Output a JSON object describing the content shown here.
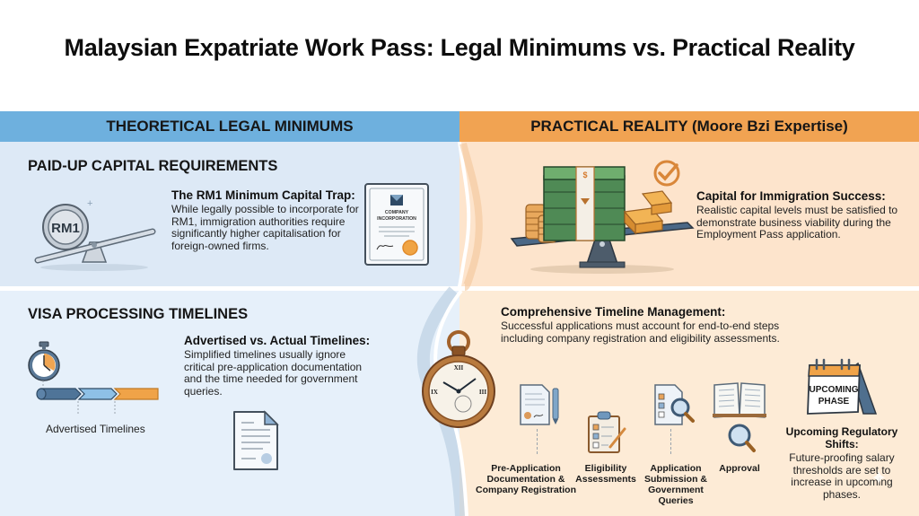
{
  "title": "Malaysian Expatriate Work Pass: Legal Minimums vs. Practical Reality",
  "colors": {
    "left_header": "#6eb0de",
    "right_header": "#f1a352",
    "left_bg": "#dde9f6",
    "right_bg": "#fde4cc",
    "accent_blue": "#4a6f8f",
    "accent_orange": "#e8953a",
    "money_green": "#4f8a55"
  },
  "left": {
    "header": "THEORETICAL LEGAL MINIMUMS",
    "capital": {
      "section_title": "PAID-UP CAPITAL REQUIREMENTS",
      "coin_label": "RM1",
      "block_title": "The RM1 Minimum Capital Trap:",
      "block_body": "While legally possible to incorporate for RM1, immigration authorities require significantly higher capitalisation for foreign-owned firms.",
      "certificate_line1": "COMPANY",
      "certificate_line2": "INCORPORATION"
    },
    "timelines": {
      "section_title": "VISA PROCESSING TIMELINES",
      "timeline_caption": "Advertised Timelines",
      "block_title": "Advertised vs. Actual Timelines:",
      "block_body": "Simplified timelines usually ignore critical pre-application documentation and the time needed for government queries."
    }
  },
  "right": {
    "header": "PRACTICAL REALITY (Moore Bzi Expertise)",
    "capital": {
      "block_title": "Capital for Immigration Success:",
      "block_body": "Realistic capital levels must be satisfied to demonstrate business viability during the Employment Pass application."
    },
    "timelines": {
      "block_title": "Comprehensive Timeline Management:",
      "block_body": "Successful applications must account for end-to-end steps including company registration and eligibility assessments.",
      "steps": [
        {
          "label": "Pre-Application Documentation & Company Registration",
          "icon": "document-pen-icon"
        },
        {
          "label": "Eligibility Assessments",
          "icon": "clipboard-checklist-icon"
        },
        {
          "label": "Application Submission & Government Queries",
          "icon": "document-magnifier-icon"
        },
        {
          "label": "Approval",
          "icon": "open-book-magnifier-icon"
        }
      ],
      "calendar_line1": "UPCOMING",
      "calendar_line2": "PHASE",
      "upcoming_title": "Upcoming Regulatory Shifts:",
      "upcoming_body": "Future-proofing salary thresholds are set to increase in upcoming phases."
    }
  }
}
